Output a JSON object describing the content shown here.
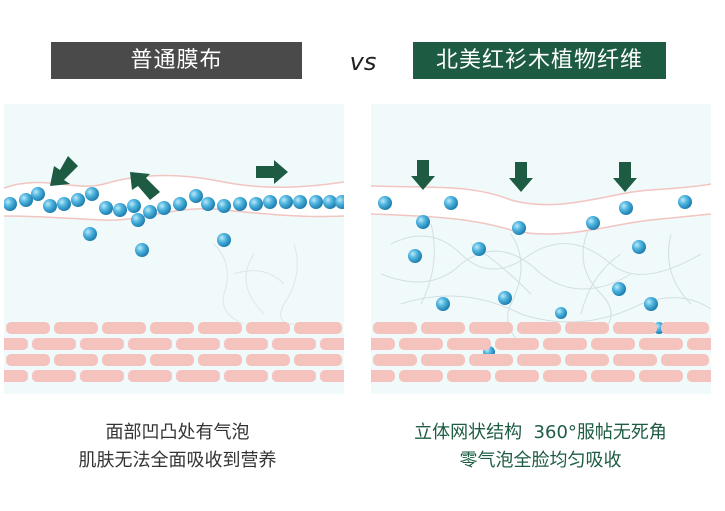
{
  "left_label": "普通膜布",
  "vs_text": "vs",
  "right_label": "北美红衫木植物纤维",
  "left_caption": {
    "line1": "面部凹凸处有气泡",
    "line2": "肌肤无法全面吸收到营养"
  },
  "right_caption": {
    "line1": "立体网状结构  360°服帖无死角",
    "line2": "零气泡全脸均匀吸收"
  },
  "colors": {
    "left_label_bg": "#4a4a4a",
    "right_label_bg": "#1d5c43",
    "arrow": "#1d5c43",
    "bubble": "#3ba6d4",
    "skin_brick": "#f4c3bd",
    "panel_bg": "#f1fafa"
  },
  "icons": [
    "arrow-icon",
    "bubble-icon"
  ]
}
